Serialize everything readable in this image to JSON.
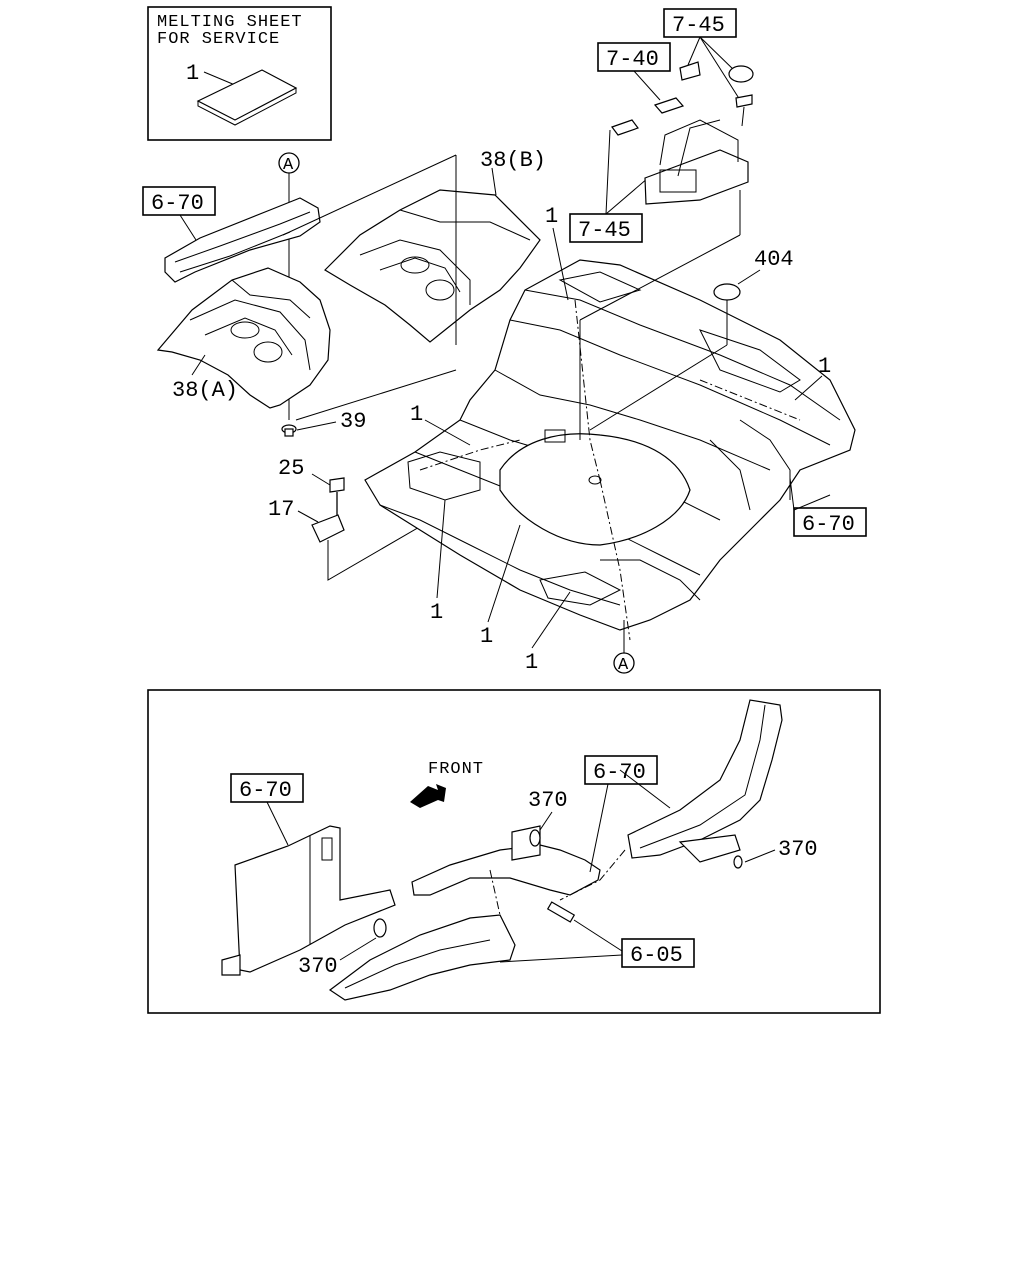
{
  "service_note": {
    "line1": "MELTING SHEET",
    "line2": "FOR SERVICE",
    "item": "1"
  },
  "ref_boxes": {
    "r745_top": "7-45",
    "r740": "7-40",
    "r745_bottom": "7-45",
    "r670_left": "6-70",
    "r670_right": "6-70",
    "detail_r670_left": "6-70",
    "detail_r670_mid": "6-70",
    "detail_r605": "6-05"
  },
  "callouts": {
    "c38b": "38(B)",
    "c38a": "38(A)",
    "c39": "39",
    "c25": "25",
    "c17": "17",
    "c404": "404",
    "c1_center_top": "1",
    "c1_right": "1",
    "c1_left_mid": "1",
    "c1_bottom_a": "1",
    "c1_bottom_b": "1",
    "c1_bottom_c": "1",
    "marker_a_top": "A",
    "marker_a_bottom": "A"
  },
  "detail": {
    "front_label": "FRONT",
    "c370_a": "370",
    "c370_b": "370",
    "c370_c": "370"
  }
}
